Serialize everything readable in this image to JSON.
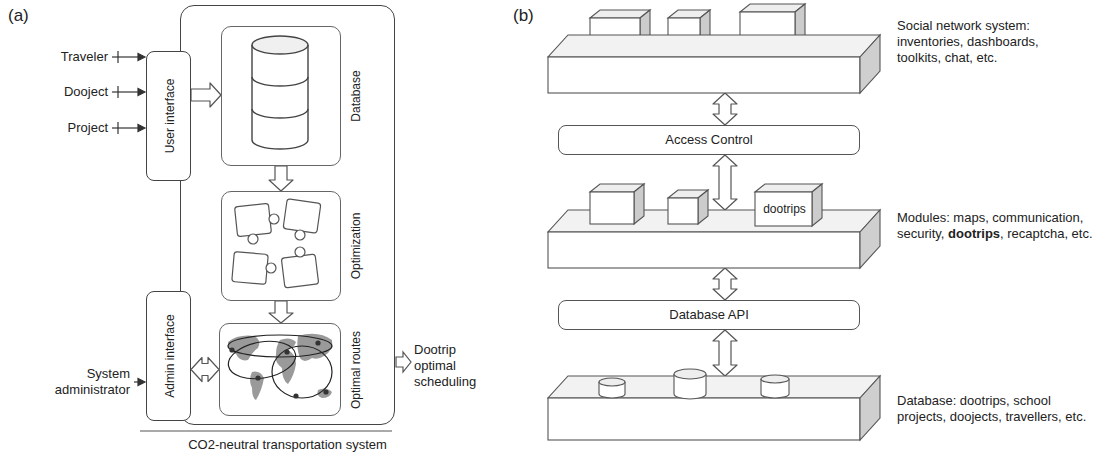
{
  "diagram": {
    "nodes": [
      {
        "text": [
          "CO2-neutral transportation system"
        ]
      },
      {
        "text": [
          "User interface"
        ],
        "in": 0
      },
      {
        "text": [
          "Database"
        ],
        "in": 0
      },
      {
        "text": [
          "Optimization"
        ],
        "in": 0
      },
      {
        "text": [
          "Optimal routes"
        ],
        "in": 0
      },
      {
        "text": [
          "Admin interface"
        ],
        "in": 0
      },
      {
        "text": [
          "Social network system: inventories, dashboards, toolkits, chat, etc."
        ]
      },
      {
        "text": [
          "Access Control"
        ]
      },
      {
        "text": [
          "Modules: maps, communication, security, dootrips, recaptcha, etc."
        ]
      },
      {
        "text": [
          "dootrips"
        ],
        "in": 8
      },
      {
        "text": [
          "Database API"
        ]
      },
      {
        "text": [
          "Database: dootrips, school projects, doojects, travellers, etc."
        ]
      }
    ],
    "edges": [
      {
        "from": 1,
        "to": 2,
        "arrow": "to"
      },
      {
        "from": 2,
        "to": 3,
        "arrow": "to"
      },
      {
        "from": 3,
        "to": 4,
        "arrow": "to"
      },
      {
        "from": 5,
        "to": 4,
        "arrow": "both"
      },
      {
        "from": 6,
        "to": 7,
        "arrow": "both"
      },
      {
        "from": 7,
        "to": 8,
        "arrow": "both"
      },
      {
        "from": 8,
        "to": 10,
        "arrow": "both"
      },
      {
        "from": 10,
        "to": 11,
        "arrow": "both"
      }
    ],
    "labels": [
      "(a)",
      "Traveler",
      "Dooject",
      "Project",
      "System administrator",
      "Dootrip optimal scheduling",
      "(b)"
    ]
  }
}
